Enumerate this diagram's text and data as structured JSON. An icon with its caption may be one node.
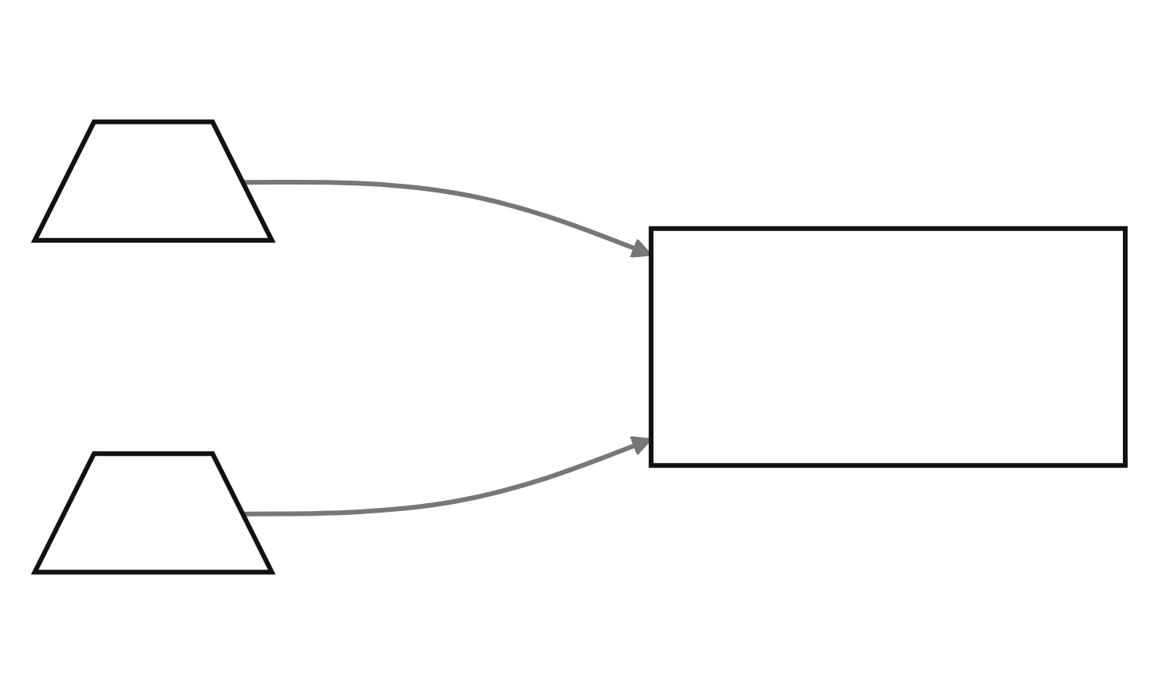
{
  "diagram": {
    "nodes": [
      {
        "text": [],
        "shape": "quadrilateral"
      },
      {
        "text": [],
        "shape": "box"
      },
      {
        "text": [],
        "shape": "quadrilateral"
      }
    ],
    "edges": [
      {
        "from": 0,
        "to": 1,
        "arrow": "to"
      },
      {
        "from": 2,
        "to": 1,
        "arrow": "to"
      }
    ]
  }
}
